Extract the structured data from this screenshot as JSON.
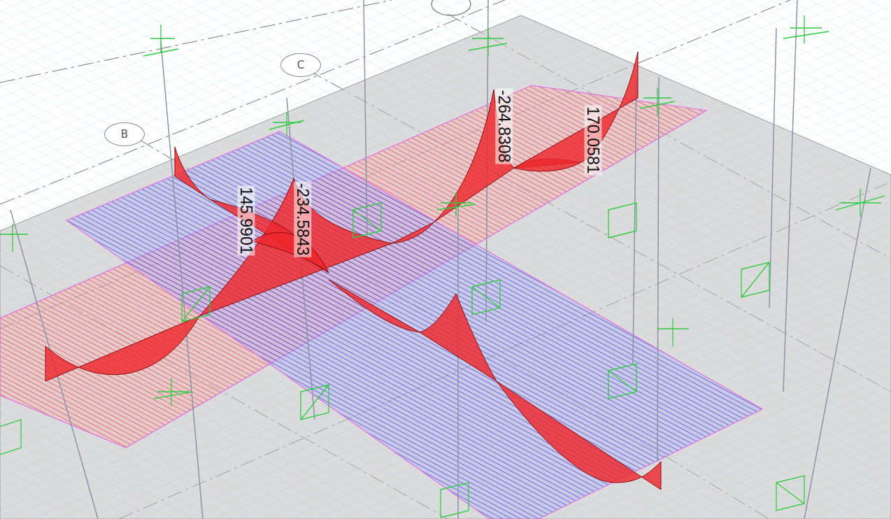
{
  "diagram": {
    "nodes": [
      {
        "text": [
          "B"
        ]
      },
      {
        "text": [
          "C"
        ]
      }
    ],
    "labels": [
      "145.9901",
      "-234.5843",
      "-264.8308",
      "170.0581"
    ]
  }
}
